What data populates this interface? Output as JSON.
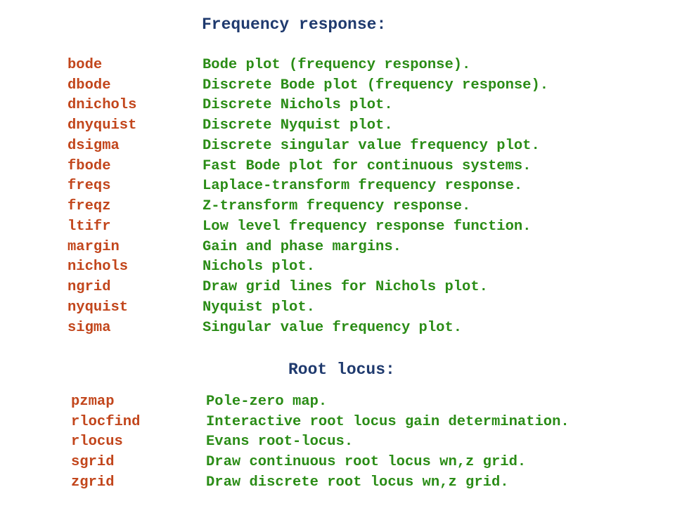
{
  "sections": [
    {
      "title": "Frequency response:",
      "items": [
        {
          "cmd": "bode",
          "desc": "Bode plot (frequency response)."
        },
        {
          "cmd": "dbode",
          "desc": "Discrete Bode plot (frequency response)."
        },
        {
          "cmd": "dnichols",
          "desc": "Discrete Nichols plot."
        },
        {
          "cmd": "dnyquist",
          "desc": "Discrete Nyquist plot."
        },
        {
          "cmd": "dsigma",
          "desc": "Discrete singular value frequency plot."
        },
        {
          "cmd": "fbode",
          "desc": "Fast Bode plot for continuous systems."
        },
        {
          "cmd": "freqs",
          "desc": "Laplace-transform frequency response."
        },
        {
          "cmd": "freqz",
          "desc": "Z-transform frequency response."
        },
        {
          "cmd": "ltifr",
          "desc": "Low level frequency response function."
        },
        {
          "cmd": "margin",
          "desc": "Gain and phase margins."
        },
        {
          "cmd": "nichols",
          "desc": "Nichols plot."
        },
        {
          "cmd": "ngrid",
          "desc": "Draw grid lines for Nichols plot."
        },
        {
          "cmd": "nyquist",
          "desc": "Nyquist plot."
        },
        {
          "cmd": "sigma",
          "desc": "Singular value frequency plot."
        }
      ]
    },
    {
      "title": "Root locus:",
      "items": [
        {
          "cmd": "pzmap",
          "desc": "Pole-zero map."
        },
        {
          "cmd": "rlocfind",
          "desc": "Interactive root locus gain determination."
        },
        {
          "cmd": "rlocus",
          "desc": "Evans root-locus."
        },
        {
          "cmd": "sgrid",
          "desc": "Draw continuous root locus wn,z grid."
        },
        {
          "cmd": "zgrid",
          "desc": "Draw discrete root locus wn,z grid."
        }
      ]
    }
  ],
  "colors": {
    "heading": "#1f3a6e",
    "command": "#c2461c",
    "description": "#2a8c16",
    "background": "#ffffff"
  }
}
